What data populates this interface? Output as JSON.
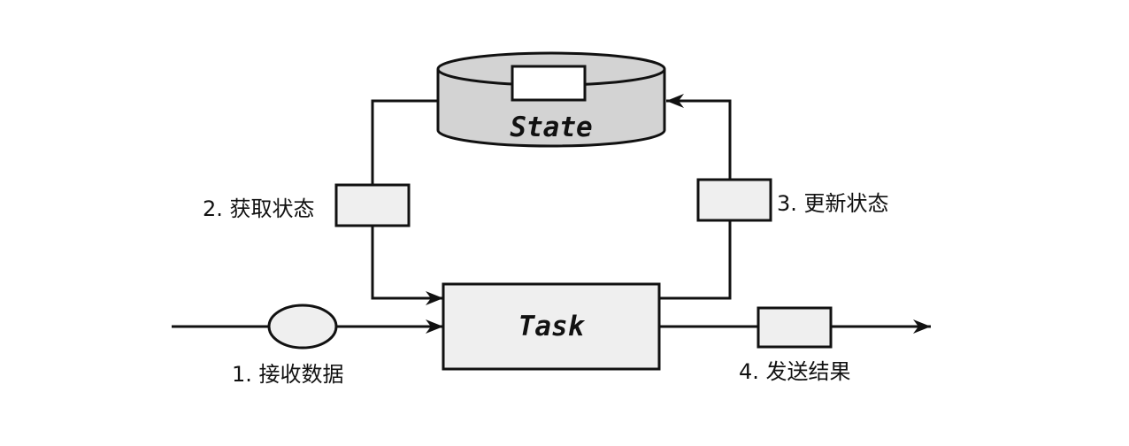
{
  "diagram": {
    "state": {
      "label": "State"
    },
    "task": {
      "label": "Task"
    },
    "steps": {
      "receive": "1. 接收数据",
      "fetch": "2. 获取状态",
      "update": "3. 更新状态",
      "send": "4. 发送结果"
    },
    "colors": {
      "line": "#111111",
      "state_fill": "#d3d3d3",
      "box_fill": "#efefef",
      "white": "#ffffff"
    }
  }
}
